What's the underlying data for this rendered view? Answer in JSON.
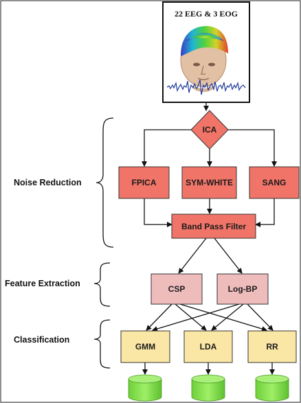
{
  "header": {
    "title": "22 EEG & 3 EOG"
  },
  "stages": {
    "noise_reduction": "Noise Reduction",
    "feature_extraction": "Feature Extraction",
    "classification": "Classification"
  },
  "nodes": {
    "ica": "ICA",
    "fpica": "FPICA",
    "sym_white": "SYM-WHITE",
    "sang": "SANG",
    "band_pass": "Band Pass Filter",
    "csp": "CSP",
    "log_bp": "Log-BP",
    "gmm": "GMM",
    "lda": "LDA",
    "rr": "RR"
  },
  "colors": {
    "salmon": "#f07468",
    "pink": "#efbcbc",
    "yellow": "#fbe7a5",
    "green": "#8fe05a",
    "eeg_wave": "#1f3a99"
  }
}
